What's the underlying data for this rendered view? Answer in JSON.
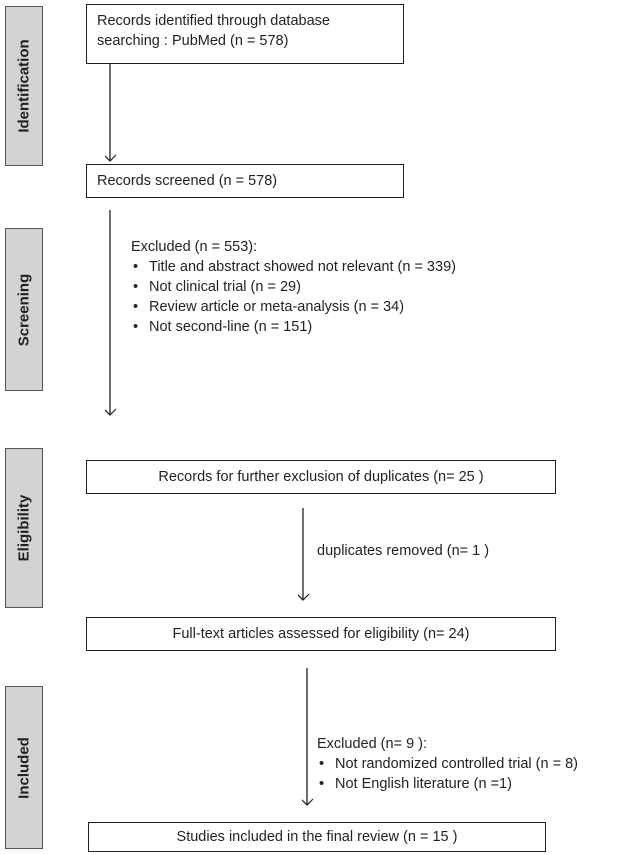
{
  "phases": {
    "identification": "Identification",
    "screening": "Screening",
    "eligibility": "Eligibility",
    "included": "Included"
  },
  "boxes": {
    "records_identified": "Records identified through database searching : PubMed (n = 578)",
    "records_screened": "Records screened (n = 578)",
    "further_exclusion": "Records for further exclusion of duplicates (n= 25 )",
    "full_text": "Full-text articles assessed for eligibility (n=  24)",
    "studies_included": "Studies included in the final review (n = 15 )"
  },
  "screening_excluded": {
    "title": "Excluded (n = 553):",
    "items": [
      "Title and abstract showed not relevant (n = 339)",
      "Not clinical trial (n = 29)",
      "Review article or meta-analysis (n = 34)",
      "Not  second-line (n = 151)"
    ]
  },
  "duplicates_removed": "duplicates removed (n= 1 )",
  "final_excluded": {
    "title": "Excluded (n= 9 ):",
    "items": [
      "Not randomized controlled trial (n = 8)",
      "Not English literature (n =1)"
    ]
  }
}
